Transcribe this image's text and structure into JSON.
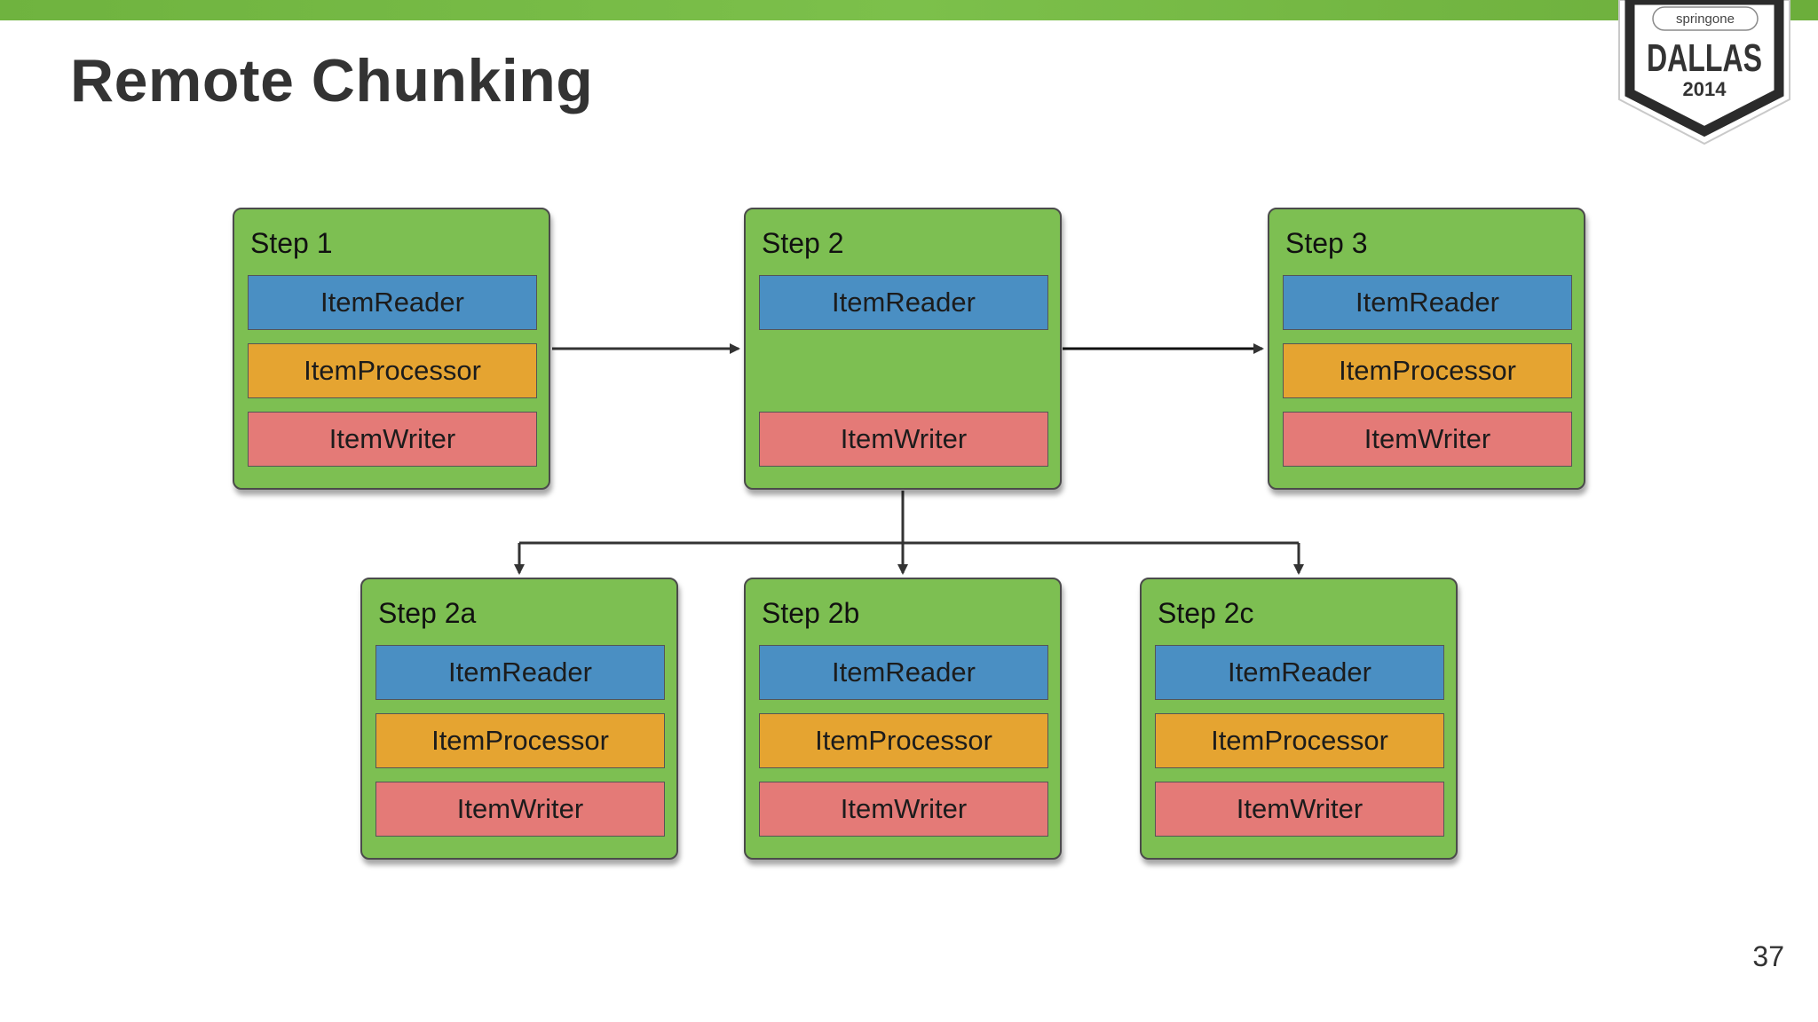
{
  "slide": {
    "title": "Remote Chunking",
    "page_number": "37"
  },
  "badge": {
    "brand": "springone",
    "city": "DALLAS",
    "year": "2014"
  },
  "colors": {
    "step_green": "#7dbf52",
    "reader_blue": "#4a8fc3",
    "processor_orange": "#e5a431",
    "writer_red": "#e47a77",
    "top_bar_green": "#7cc04b"
  },
  "steps": {
    "step1": {
      "title": "Step 1",
      "reader": "ItemReader",
      "processor": "ItemProcessor",
      "writer": "ItemWriter"
    },
    "step2": {
      "title": "Step 2",
      "reader": "ItemReader",
      "writer": "ItemWriter"
    },
    "step3": {
      "title": "Step 3",
      "reader": "ItemReader",
      "processor": "ItemProcessor",
      "writer": "ItemWriter"
    },
    "step2a": {
      "title": "Step 2a",
      "reader": "ItemReader",
      "processor": "ItemProcessor",
      "writer": "ItemWriter"
    },
    "step2b": {
      "title": "Step 2b",
      "reader": "ItemReader",
      "processor": "ItemProcessor",
      "writer": "ItemWriter"
    },
    "step2c": {
      "title": "Step 2c",
      "reader": "ItemReader",
      "processor": "ItemProcessor",
      "writer": "ItemWriter"
    }
  }
}
